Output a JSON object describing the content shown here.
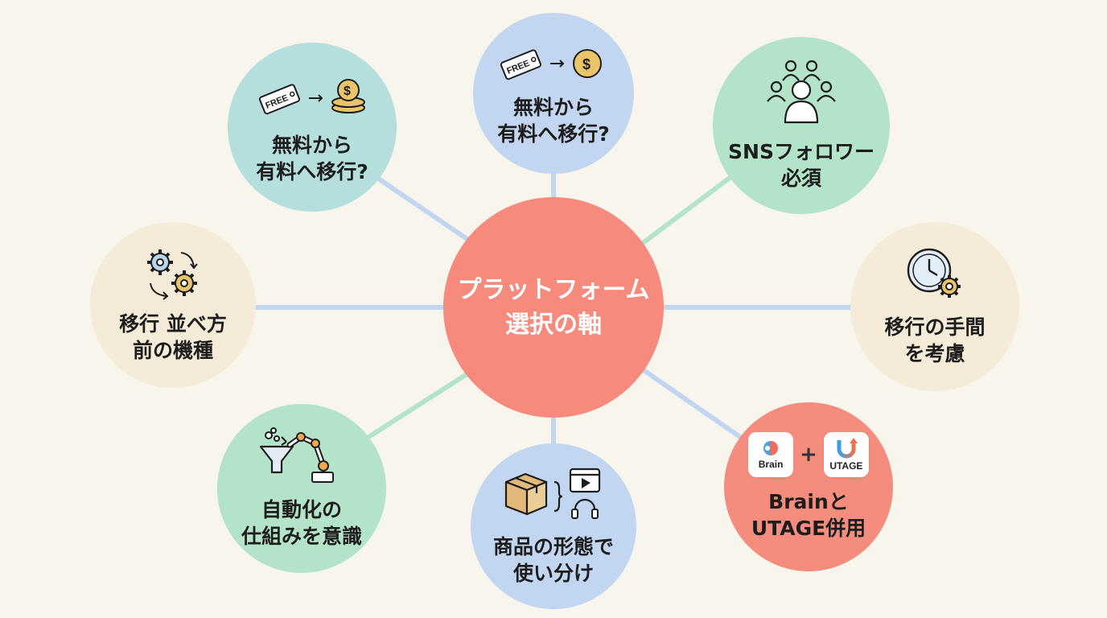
{
  "center": {
    "lines": [
      "プラットフォーム",
      "選択の軸"
    ]
  },
  "nodes": {
    "free_to_paid_left": {
      "lines": [
        "無料から",
        "有料へ移行?"
      ],
      "icon": "free-tag-to-coins-icon",
      "tag_text": "FREE"
    },
    "free_to_paid_top": {
      "lines": [
        "無料から",
        "有料へ移行?"
      ],
      "icon": "free-tag-to-coin-icon",
      "tag_text": "FREE"
    },
    "sns_followers": {
      "lines": [
        "SNSフォロワー",
        "必須"
      ],
      "icon": "people-group-icon"
    },
    "migration_effort": {
      "lines": [
        "移行の手間",
        "を考慮"
      ],
      "icon": "clock-gear-icon"
    },
    "brain_utage": {
      "lines": [
        "Brainと",
        "UTAGE併用"
      ],
      "icon": "brain-utage-logos",
      "logo_left": "Brain",
      "logo_right": "UTAGE",
      "plus": "+"
    },
    "product_form": {
      "lines": [
        "商品の形態で",
        "使い分け"
      ],
      "icon": "box-branching-icon"
    },
    "automation": {
      "lines": [
        "自動化の",
        "仕組みを意識"
      ],
      "icon": "funnel-robot-arm-icon"
    },
    "pre_migration": {
      "lines": [
        "移行 並べ方",
        "前の機種"
      ],
      "icon": "gears-cycle-icon"
    }
  },
  "colors": {
    "blue": "#c2d6f1",
    "teal": "#b5dfdd",
    "green": "#b3e3c9",
    "cream": "#f4ebd8",
    "coral": "#f58d7f",
    "hub": "#f68a7d",
    "link_blue": "#c2d6f1",
    "link_green": "#b3e3c9"
  }
}
